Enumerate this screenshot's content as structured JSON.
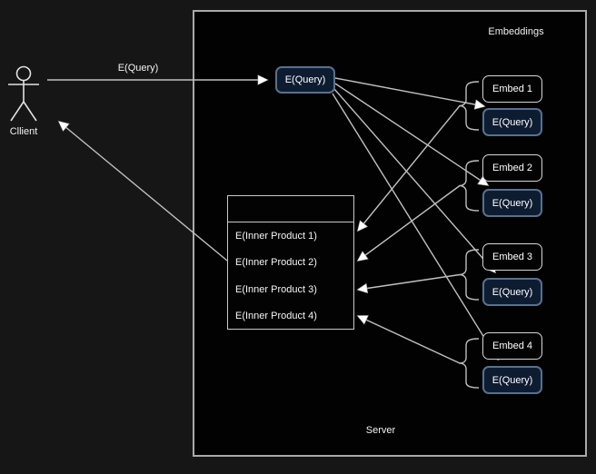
{
  "diagram": {
    "client": {
      "label": "Cllient"
    },
    "request_arrow_label": "E(Query)",
    "central_query_box_label": "E(Query)",
    "embeddings_heading": "Embeddings",
    "server_label": "Server",
    "embedding_pairs": [
      {
        "embed_label": "Embed 1",
        "query_label": "E(Query)"
      },
      {
        "embed_label": "Embed 2",
        "query_label": "E(Query)"
      },
      {
        "embed_label": "Embed 3",
        "query_label": "E(Query)"
      },
      {
        "embed_label": "Embed 4",
        "query_label": "E(Query)"
      }
    ],
    "inner_product_table": {
      "header": "",
      "rows": [
        "E(Inner Product 1)",
        "E(Inner Product 2)",
        "E(Inner Product 3)",
        "E(Inner Product 4)"
      ]
    },
    "colors": {
      "query_box_fill": "#0e1c31",
      "query_box_border": "#57718f",
      "embed_box_border": "#d6d6d6",
      "connector_line": "#c0c0c0",
      "server_fill": "#020202",
      "outer_background": "#161616"
    }
  }
}
